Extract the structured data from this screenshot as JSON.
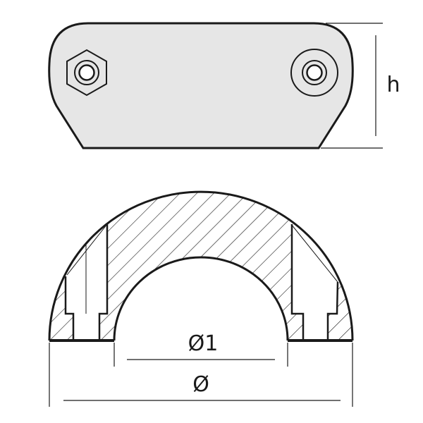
{
  "dimensions": {
    "height_label": "h",
    "inner_diameter_label": "Ø1",
    "outer_diameter_label": "Ø"
  },
  "colors": {
    "line": "#1a1a1a",
    "face": "#e6e6e6",
    "background": "#ffffff"
  }
}
